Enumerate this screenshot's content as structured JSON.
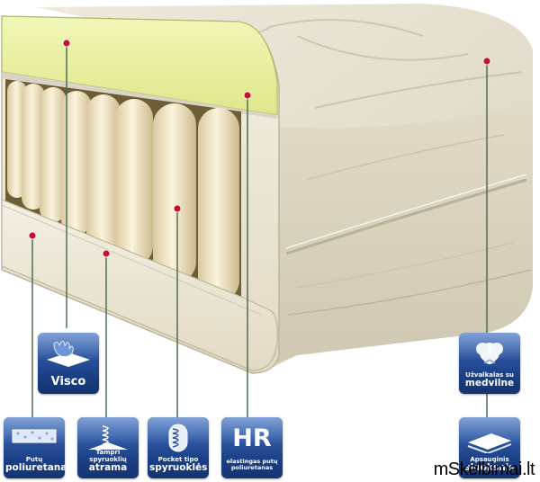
{
  "layers": {
    "visco": {
      "label": "Visco"
    },
    "foam": {
      "small": "Putų",
      "large": "poliuretanas"
    },
    "spring_support": {
      "small": "Tampri spyruoklių",
      "large": "atrama"
    },
    "pocket_springs": {
      "small": "Pocket tipo",
      "large": "spyruoklės"
    },
    "hr": {
      "label": "HR",
      "small": "elastingas putų poliuretanas"
    },
    "cover": {
      "small": "Užvalkalas su",
      "large": "medvilne"
    },
    "protective": {
      "small": "Apsauginis",
      "large": "sluoksnis"
    }
  },
  "watermark": "mSkelbimai.lt",
  "colors": {
    "badge_blue": "#1b3f86",
    "marker_red": "#c8102e",
    "visco_yellow": "#e9ef9a",
    "foam_cream": "#ece6d4",
    "fabric": "#e2ddcc"
  }
}
